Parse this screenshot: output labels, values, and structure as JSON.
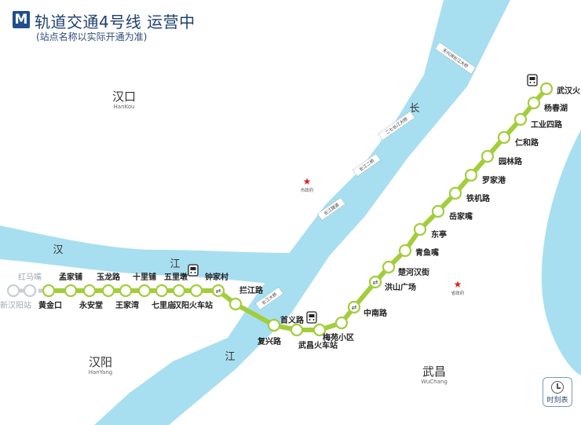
{
  "header": {
    "logo": "M",
    "title": "轨道交通4号线 运营中",
    "subtitle": "(站点名称以实际开通为准)"
  },
  "colors": {
    "line": "#a3cd3b",
    "water": "#a7dff0",
    "future_line": "#c6ced8",
    "header": "#1f4e8c",
    "govt_star": "#e02020"
  },
  "districts": {
    "hankou": {
      "zh": "汉口",
      "en": "HanKou"
    },
    "hanyang": {
      "zh": "汉阳",
      "en": "HanYang"
    },
    "wuchang": {
      "zh": "武昌",
      "en": "WuChang"
    }
  },
  "water_labels": {
    "han_river": [
      "汉",
      "江"
    ],
    "yangtze": [
      "长",
      "江"
    ]
  },
  "bridges": [
    "天兴洲长江大桥",
    "二七长江大桥",
    "长江二桥",
    "长江隧道",
    "长江大桥"
  ],
  "landmarks": {
    "city_govt": "市政府",
    "province_govt": "省政府"
  },
  "line": {
    "future_stations": [
      "红马嘴",
      "新汉阳站"
    ],
    "stations": [
      "黄金口",
      "孟家铺",
      "永安堂",
      "玉龙路",
      "王家湾",
      "十里铺",
      "七里庙",
      "五里墩",
      "汉阳火车站",
      "钟家村",
      "拦江路",
      "复兴路",
      "首义路",
      "武昌火车站",
      "梅苑小区",
      "中南路",
      "洪山广场",
      "楚河汉街",
      "青鱼嘴",
      "东亭",
      "岳家嘴",
      "铁机路",
      "罗家港",
      "园林路",
      "仁和路",
      "工业四路",
      "杨春湖",
      "武汉火"
    ],
    "transfer_stations": [
      "钟家村",
      "中南路",
      "洪山广场"
    ],
    "rail_stations": [
      "汉阳火车站",
      "武昌火车站",
      "武汉火"
    ]
  },
  "timetable": {
    "label": "时刻表"
  }
}
